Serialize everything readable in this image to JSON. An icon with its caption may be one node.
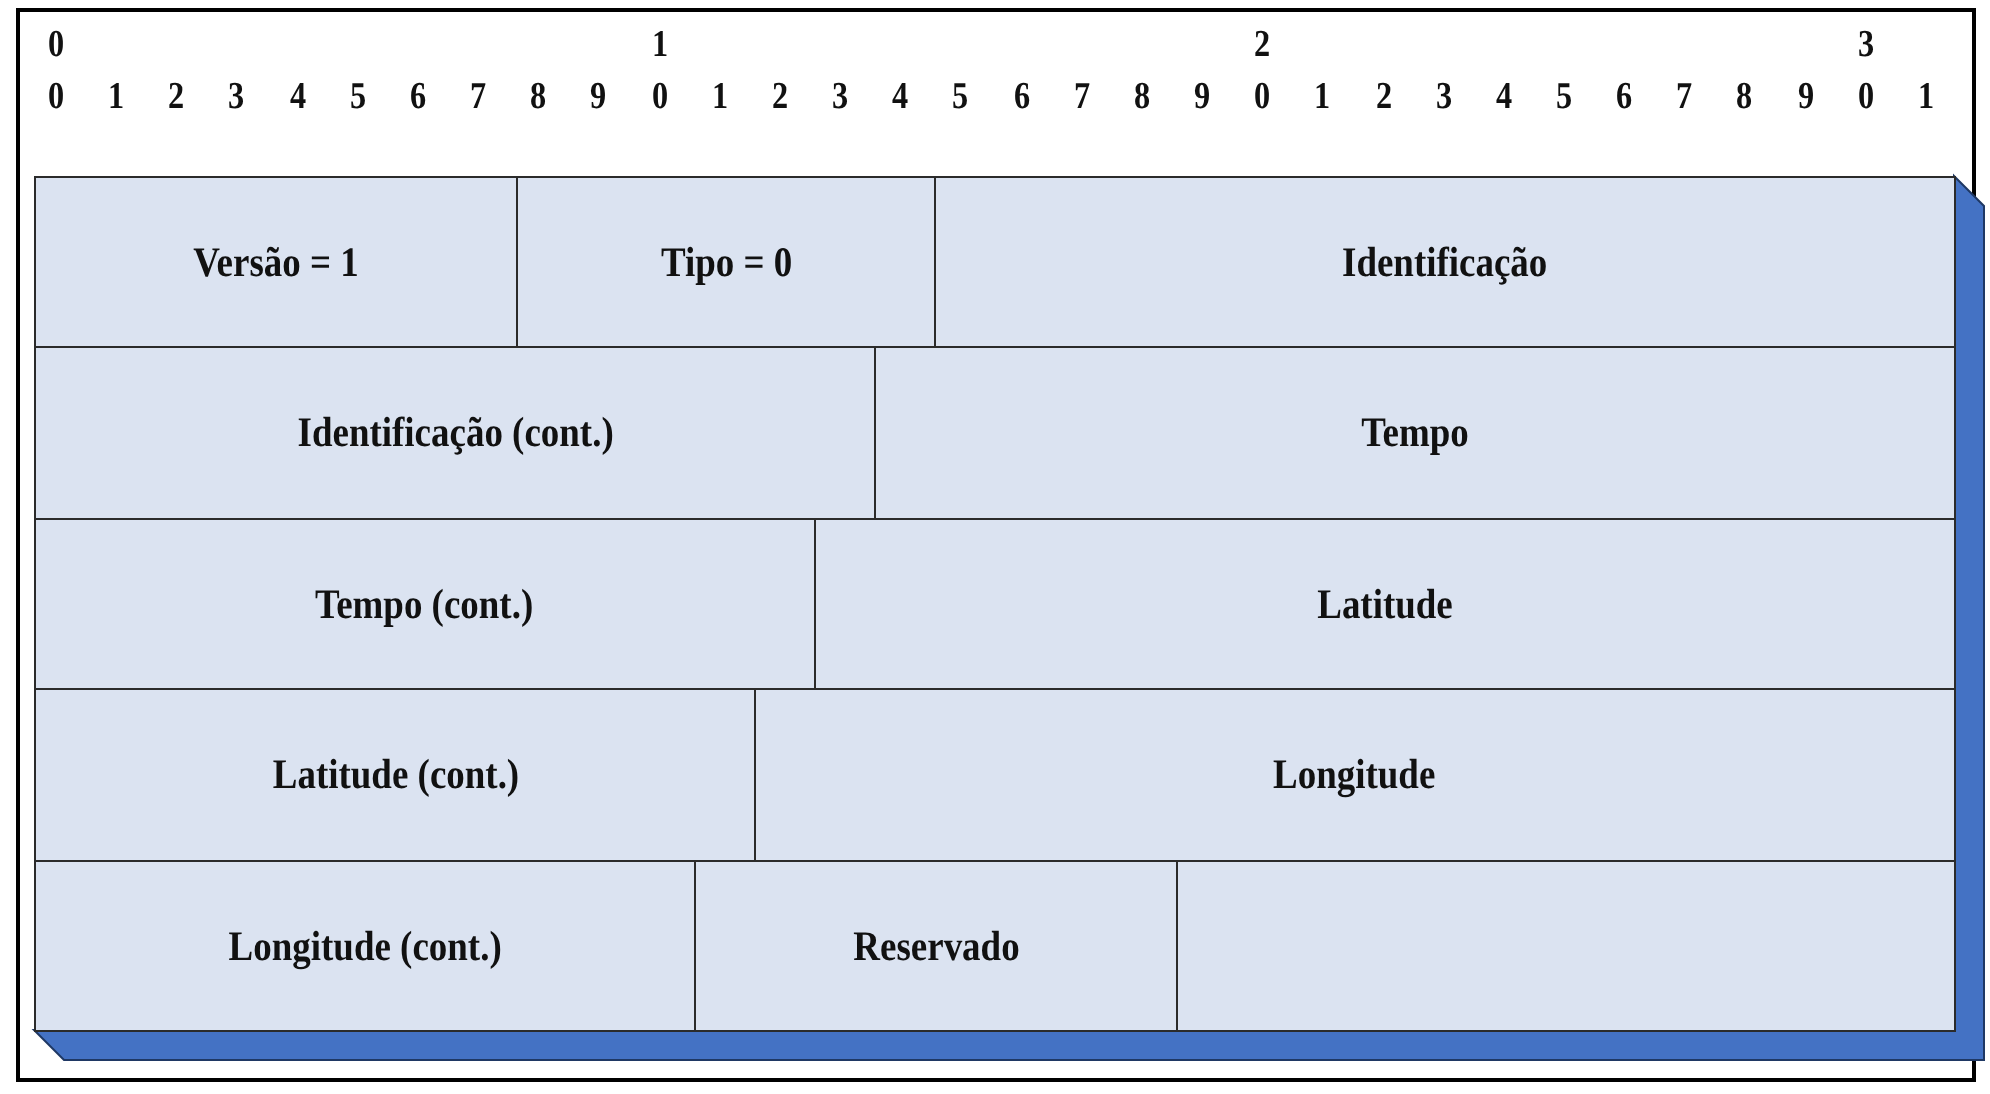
{
  "diagram": {
    "nodes": [
      {
        "text": [
          "Versão = 1"
        ]
      },
      {
        "text": [
          "Tipo = 0"
        ]
      },
      {
        "text": [
          "Identificação"
        ]
      },
      {
        "text": [
          "Identificação (cont.)"
        ]
      },
      {
        "text": [
          "Tempo"
        ]
      },
      {
        "text": [
          "Tempo (cont.)"
        ]
      },
      {
        "text": [
          "Latitude"
        ]
      },
      {
        "text": [
          "Latitude (cont.)"
        ]
      },
      {
        "text": [
          "Longitude"
        ]
      },
      {
        "text": [
          "Longitude (cont.)"
        ]
      },
      {
        "text": [
          "Reservado"
        ]
      },
      {
        "text": [],
        "shape": "box"
      }
    ],
    "labels": [
      "0",
      "1",
      "2",
      "3",
      "0",
      "1",
      "2",
      "3",
      "4",
      "5",
      "6",
      "7",
      "8",
      "9",
      "0",
      "1",
      "2",
      "3",
      "4",
      "5",
      "6",
      "7",
      "8",
      "9",
      "0",
      "1",
      "2",
      "3",
      "4",
      "5",
      "6",
      "7",
      "8",
      "9",
      "0",
      "1"
    ]
  }
}
